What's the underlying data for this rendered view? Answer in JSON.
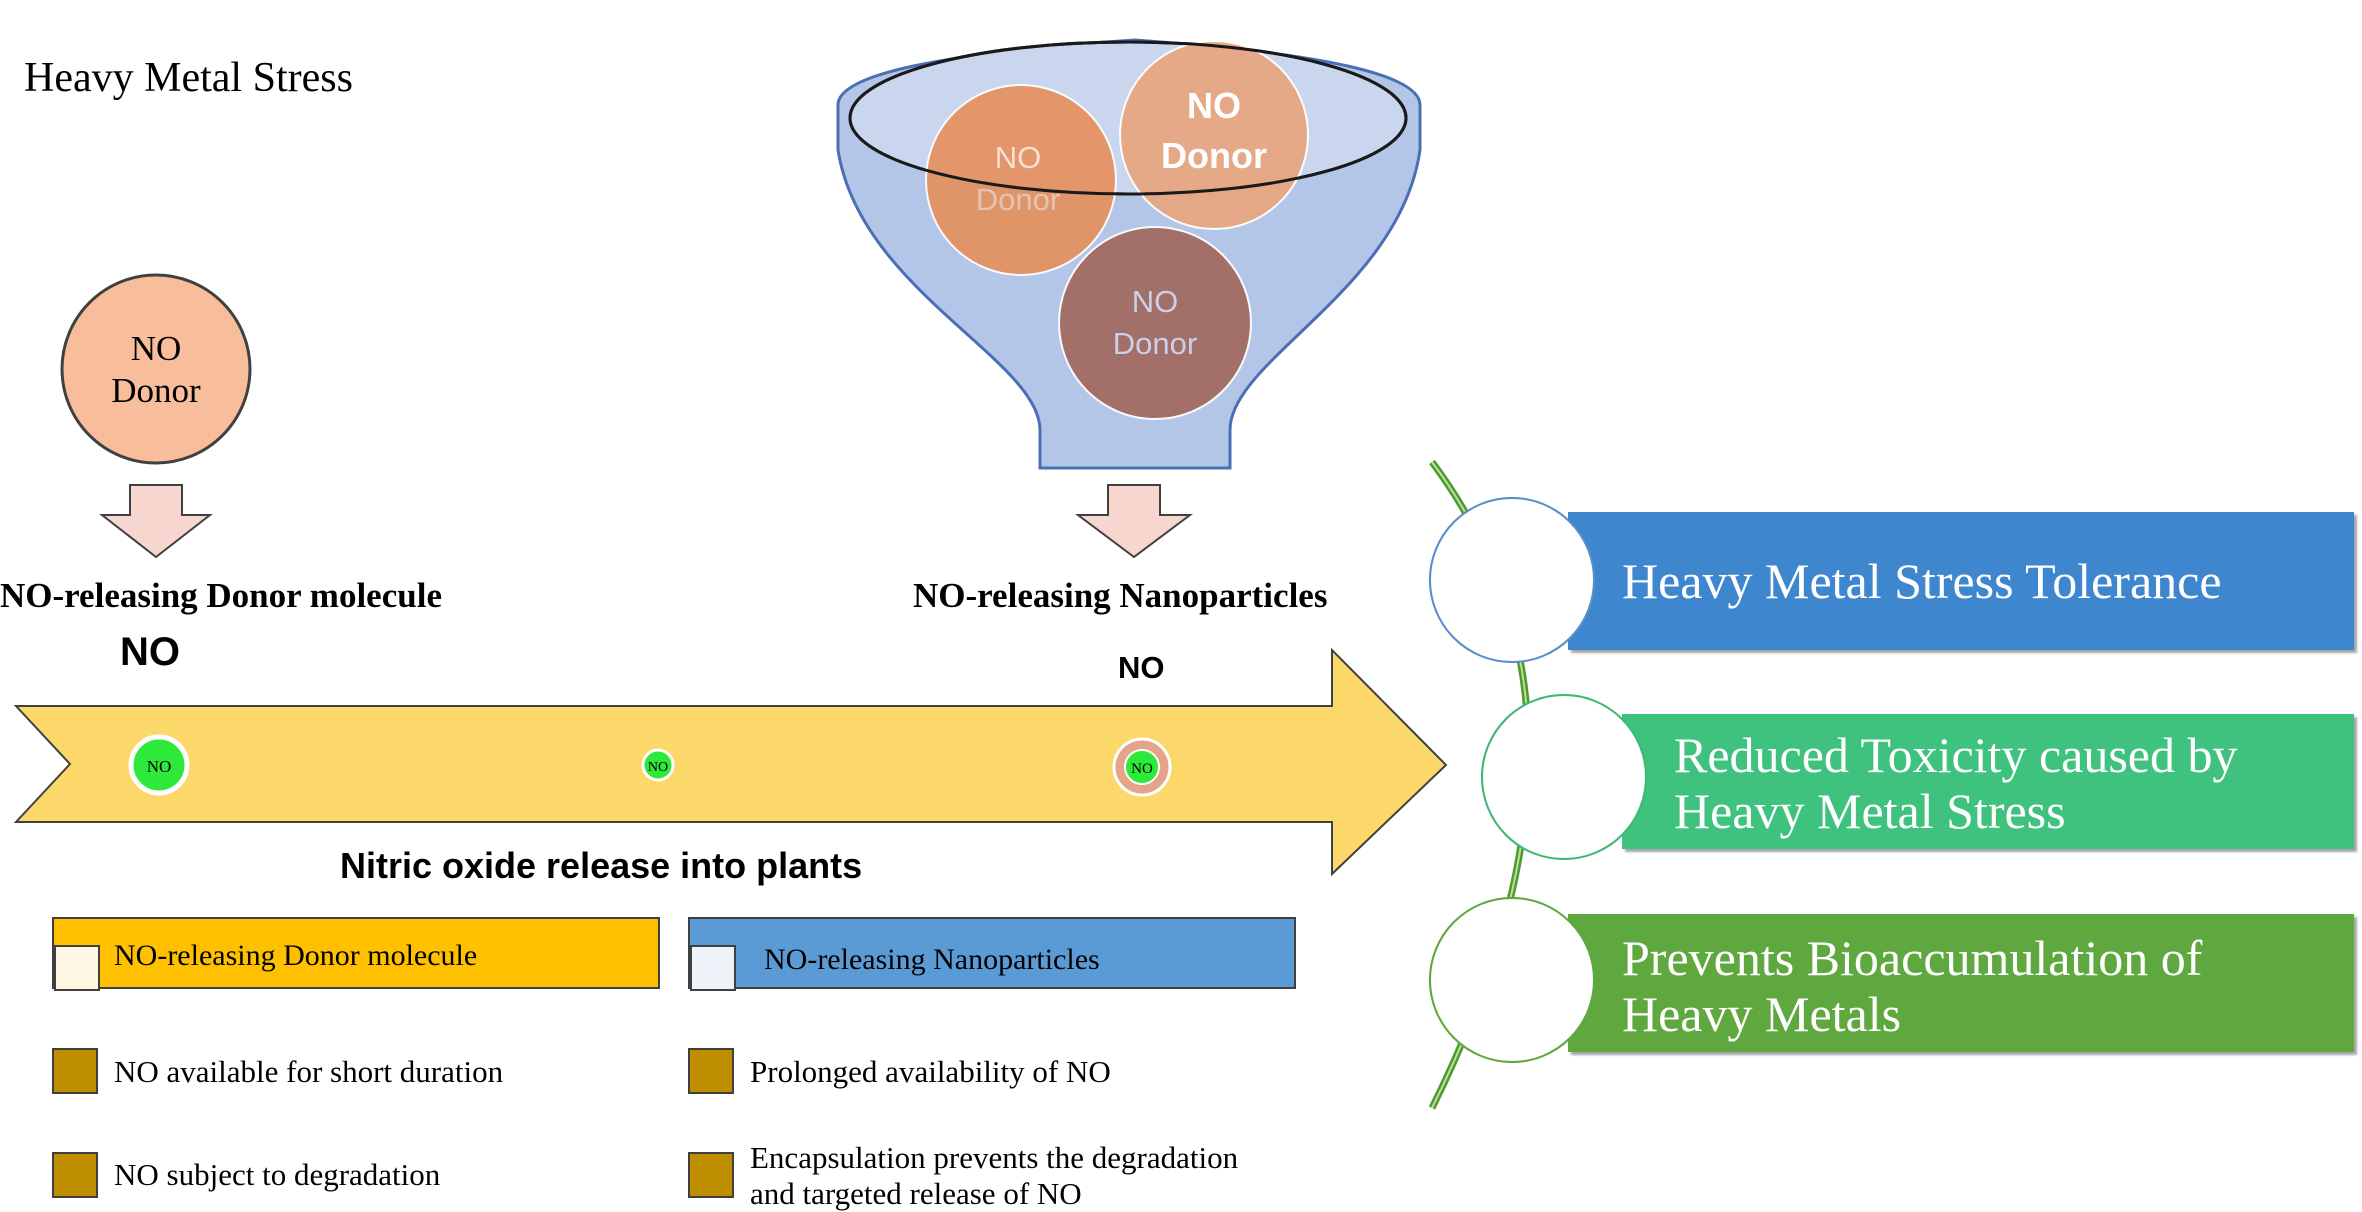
{
  "title": "Heavy Metal Stress",
  "donor": {
    "circle_label_line1": "NO",
    "circle_label_line2": "Donor",
    "caption": "NO-releasing Donor molecule",
    "no_label": "NO"
  },
  "funnel": {
    "circles": [
      {
        "line1": "NO",
        "line2": "Donor"
      },
      {
        "line1": "NO",
        "line2": "Donor"
      },
      {
        "line1": "NO",
        "line2": "Donor"
      }
    ],
    "caption": "NO-releasing Nanoparticles",
    "no_label": "NO"
  },
  "arrow": {
    "caption": "Nitric oxide release into plants",
    "dots": [
      "NO",
      "NO",
      "NO"
    ]
  },
  "legend": {
    "donor_label": "NO-releasing Donor molecule",
    "nano_label": "NO-releasing Nanoparticles",
    "donor_points": [
      "NO available for short duration",
      "NO subject to degradation"
    ],
    "nano_points": [
      "Prolonged availability of NO",
      "Encapsulation prevents the degradation",
      "and targeted release of NO"
    ]
  },
  "outcomes": [
    {
      "line1": "Heavy Metal Stress Tolerance",
      "line2": ""
    },
    {
      "line1": "Reduced Toxicity caused by",
      "line2": "Heavy Metal Stress"
    },
    {
      "line1": "Prevents Bioaccumulation of",
      "line2": "Heavy Metals"
    }
  ],
  "colors": {
    "donor_fill": "#f8bd9a",
    "arrow_fill": "#fcd86b",
    "no_dot": "#2ee83a",
    "legend_donor": "#ffc000",
    "legend_nano": "#5b9bd5",
    "bullet": "#bf8f00",
    "outcome_blue": "#3e86ce",
    "outcome_teal": "#3fc27e",
    "outcome_green": "#5fa840"
  }
}
